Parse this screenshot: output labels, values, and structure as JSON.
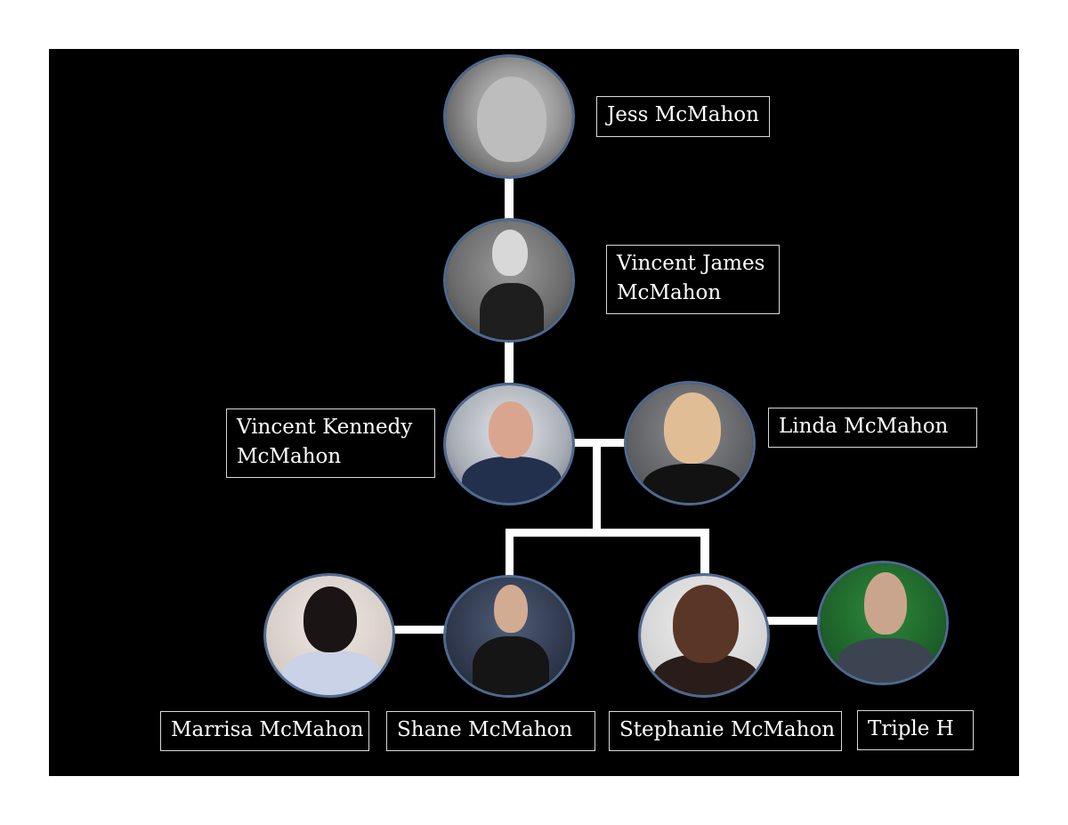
{
  "diagram": {
    "type": "family-tree",
    "background_color": "#000000",
    "connector_color": "#ffffff",
    "photo_border_color": "#4d6a91",
    "people": [
      {
        "id": "jess",
        "name": "Jess McMahon",
        "generation": 1
      },
      {
        "id": "vincent_james",
        "name_line1": "Vincent James",
        "name_line2": "McMahon",
        "generation": 2
      },
      {
        "id": "vincent_kennedy",
        "name_line1": "Vincent Kennedy",
        "name_line2": "McMahon",
        "generation": 3
      },
      {
        "id": "linda",
        "name": "Linda McMahon",
        "generation": 3
      },
      {
        "id": "marrisa",
        "name": "Marrisa McMahon",
        "generation": 4
      },
      {
        "id": "shane",
        "name": "Shane McMahon",
        "generation": 4
      },
      {
        "id": "stephanie",
        "name": "Stephanie McMahon",
        "generation": 4
      },
      {
        "id": "triple_h",
        "name": "Triple H",
        "generation": 4
      }
    ],
    "relationships": [
      {
        "type": "parent-child",
        "from": "jess",
        "to": "vincent_james"
      },
      {
        "type": "parent-child",
        "from": "vincent_james",
        "to": "vincent_kennedy"
      },
      {
        "type": "spouse",
        "from": "vincent_kennedy",
        "to": "linda"
      },
      {
        "type": "parent-child",
        "from": "vincent_kennedy+linda",
        "to": "shane"
      },
      {
        "type": "parent-child",
        "from": "vincent_kennedy+linda",
        "to": "stephanie"
      },
      {
        "type": "spouse",
        "from": "shane",
        "to": "marrisa"
      },
      {
        "type": "spouse",
        "from": "stephanie",
        "to": "triple_h"
      }
    ]
  }
}
